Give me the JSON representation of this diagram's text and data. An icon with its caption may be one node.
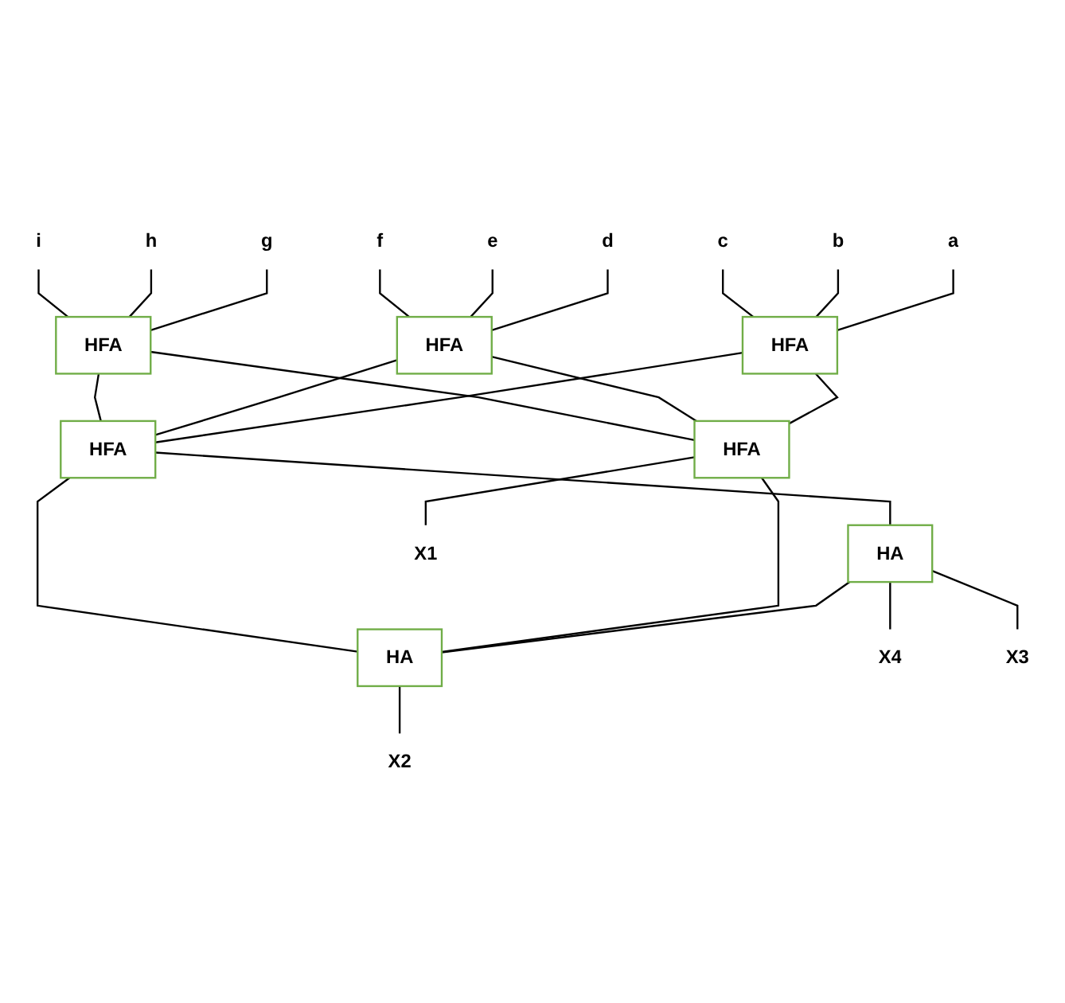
{
  "diagram": {
    "nodes": [
      {
        "text": [
          "i"
        ]
      },
      {
        "text": [
          "h"
        ]
      },
      {
        "text": [
          "g"
        ]
      },
      {
        "text": [
          "f"
        ]
      },
      {
        "text": [
          "e"
        ]
      },
      {
        "text": [
          "d"
        ]
      },
      {
        "text": [
          "c"
        ]
      },
      {
        "text": [
          "b"
        ]
      },
      {
        "text": [
          "a"
        ]
      },
      {
        "text": [
          "HFA"
        ]
      },
      {
        "text": [
          "HFA"
        ]
      },
      {
        "text": [
          "HFA"
        ]
      },
      {
        "text": [
          "HFA"
        ]
      },
      {
        "text": [
          "HFA"
        ]
      },
      {
        "text": [
          "HA"
        ]
      },
      {
        "text": [
          "HA"
        ]
      },
      {
        "text": [
          "X4"
        ]
      },
      {
        "text": [
          "X3"
        ]
      },
      {
        "text": [
          "X2"
        ]
      },
      {
        "text": [
          "X1"
        ]
      }
    ],
    "edges": [
      {
        "from": 0,
        "to": 9,
        "arrow": "none"
      },
      {
        "from": 1,
        "to": 9,
        "arrow": "none"
      },
      {
        "from": 2,
        "to": 9,
        "arrow": "none"
      },
      {
        "from": 3,
        "to": 10,
        "arrow": "none"
      },
      {
        "from": 4,
        "to": 10,
        "arrow": "none"
      },
      {
        "from": 5,
        "to": 10,
        "arrow": "none"
      },
      {
        "from": 6,
        "to": 11,
        "arrow": "none"
      },
      {
        "from": 7,
        "to": 11,
        "arrow": "none"
      },
      {
        "from": 8,
        "to": 11,
        "arrow": "none"
      },
      {
        "from": 9,
        "to": 12,
        "arrow": "none"
      },
      {
        "from": 9,
        "to": 13,
        "arrow": "none"
      },
      {
        "from": 10,
        "to": 12,
        "arrow": "none"
      },
      {
        "from": 10,
        "to": 13,
        "arrow": "none"
      },
      {
        "from": 11,
        "to": 12,
        "arrow": "none"
      },
      {
        "from": 11,
        "to": 13,
        "arrow": "none"
      },
      {
        "from": 12,
        "to": 14,
        "arrow": "none"
      },
      {
        "from": 12,
        "to": 15,
        "arrow": "none"
      },
      {
        "from": 13,
        "to": 15,
        "arrow": "none"
      },
      {
        "from": 14,
        "to": 15,
        "arrow": "none"
      },
      {
        "from": 14,
        "to": 16,
        "arrow": "none"
      },
      {
        "from": 14,
        "to": 17,
        "arrow": "none"
      },
      {
        "from": 15,
        "to": 18,
        "arrow": "none"
      },
      {
        "from": 13,
        "to": 19,
        "arrow": "none"
      }
    ]
  }
}
